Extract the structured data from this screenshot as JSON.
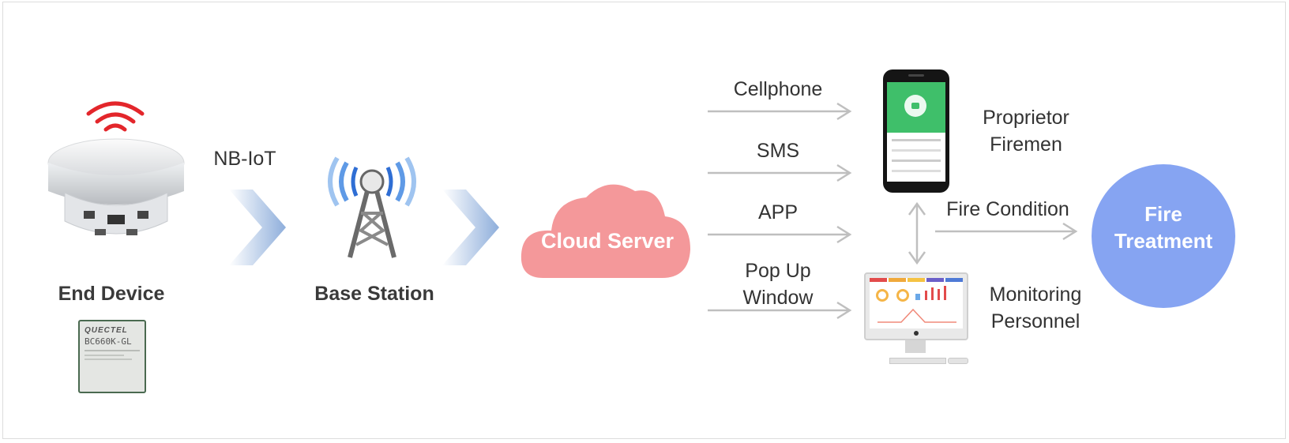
{
  "diagram": {
    "end_device": {
      "label": "End Device",
      "module_brand": "QUECTEL",
      "module_model": "BC660K-GL"
    },
    "link_label": "NB-IoT",
    "base_station": {
      "label": "Base Station"
    },
    "cloud": {
      "label": "Cloud Server",
      "color": "#f4989a"
    },
    "channels": [
      "Cellphone",
      "SMS",
      "APP",
      "Pop Up Window"
    ],
    "channel_pop_up": {
      "line1": "Pop Up",
      "line2": "Window"
    },
    "phone_users": {
      "line1": "Proprietor",
      "line2": "Firemen"
    },
    "monitor_users": {
      "line1": "Monitoring",
      "line2": "Personnel"
    },
    "fire_condition": "Fire Condition",
    "treatment": {
      "line1": "Fire",
      "line2": "Treatment",
      "color": "#86a4f2"
    },
    "colors": {
      "wifi": "#e3262b",
      "arrow": "#bfbfbf",
      "chevron": "#9bb5dc",
      "phone_screen": "#3fbf6a"
    }
  }
}
